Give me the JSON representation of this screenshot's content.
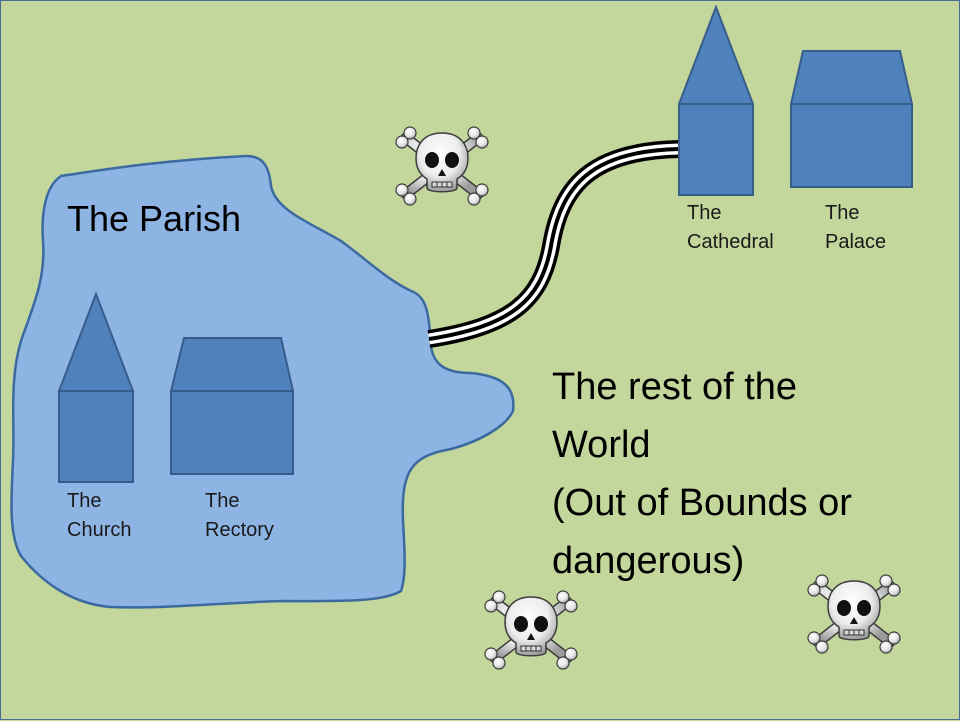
{
  "diagram": {
    "parish": {
      "title": "The Parish",
      "church_label": "The\nChurch",
      "rectory_label": "The\nRectory"
    },
    "diocese": {
      "cathedral_label": "The\nCathedral",
      "palace_label": "The\nPalace"
    },
    "world": {
      "label": "The rest of the\nWorld\n(Out of Bounds or\ndangerous)"
    },
    "icons": [
      "skull-and-crossbones-icon",
      "road-icon",
      "church-icon",
      "house-icon"
    ],
    "colors": {
      "background": "#c3d69b",
      "parish_fill": "#8eb4e3",
      "parish_stroke": "#3a6aa0",
      "building_fill": "#4f81bd",
      "building_stroke": "#385d8a"
    }
  }
}
